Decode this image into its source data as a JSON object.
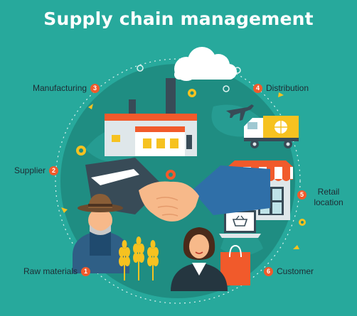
{
  "title": "Supply chain management",
  "steps": [
    {
      "number": "1",
      "label": "Raw materials"
    },
    {
      "number": "2",
      "label": "Supplier"
    },
    {
      "number": "3",
      "label": "Manufacturing"
    },
    {
      "number": "4",
      "label": "Distribution"
    },
    {
      "number": "5",
      "label": "Retail location"
    },
    {
      "number": "6",
      "label": "Customer"
    }
  ],
  "colors": {
    "background": "#27a99c",
    "globe": "#1f8d82",
    "badge": "#f15a2b",
    "accent_yellow": "#f6c220",
    "cloud": "#ffffff"
  },
  "icons": [
    "factory-icon",
    "cloud-icon",
    "airplane-icon",
    "delivery-truck-icon",
    "storefront-icon",
    "laptop-basket-icon",
    "shopping-bag-icon",
    "handshake-icon",
    "farmer-icon",
    "wheat-icon",
    "woman-customer-icon",
    "gear-icon"
  ]
}
